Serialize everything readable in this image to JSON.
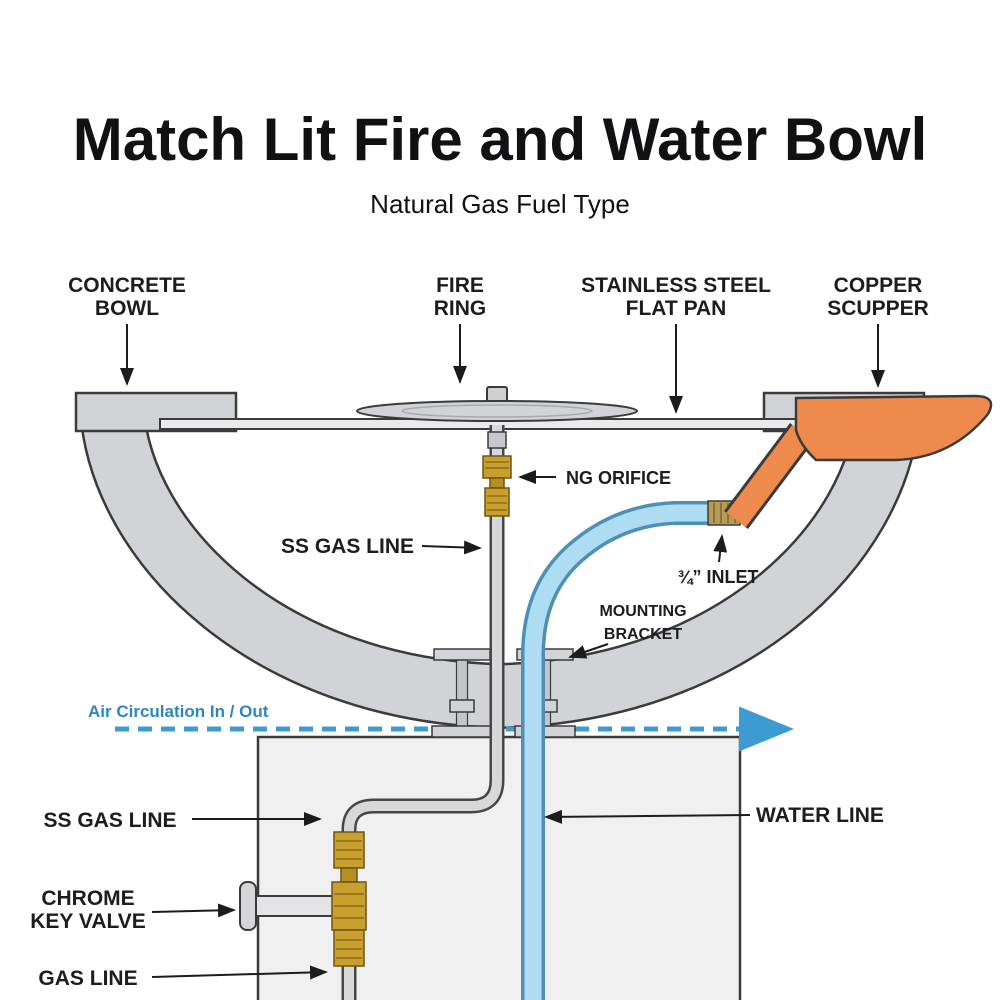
{
  "title": "Match Lit Fire and Water Bowl",
  "subtitle": "Natural Gas Fuel Type",
  "callouts": {
    "concrete_bowl": {
      "line1": "CONCRETE",
      "line2": "BOWL"
    },
    "fire_ring": {
      "line1": "FIRE",
      "line2": "RING"
    },
    "flat_pan": {
      "line1": "STAINLESS STEEL",
      "line2": "FLAT PAN"
    },
    "copper_scupper": {
      "line1": "COPPER",
      "line2": "SCUPPER"
    },
    "ng_orifice": "NG ORIFICE",
    "ss_gas_line_upper": "SS GAS LINE",
    "inlet": "¾” INLET",
    "mounting_bracket": {
      "line1": "MOUNTING",
      "line2": "BRACKET"
    },
    "air_circulation": "Air Circulation In / Out",
    "ss_gas_line_lower": "SS GAS LINE",
    "water_line": "WATER LINE",
    "chrome_key_valve": {
      "line1": "CHROME",
      "line2": "KEY VALVE"
    },
    "gas_line": "GAS LINE"
  },
  "colors": {
    "copper": "#ED8A4C",
    "brass": "#C99F2E",
    "water_fill": "#AEDCF2",
    "water_edge": "#4E8FB5",
    "air_arrow": "#3D9BD4",
    "air_text": "#2E86C1",
    "bowl_gray": "#D2D3D6",
    "pedestal_gray": "#F0F0F0",
    "outline": "#3B3B3B",
    "label_ink": "#1D1D1F"
  }
}
